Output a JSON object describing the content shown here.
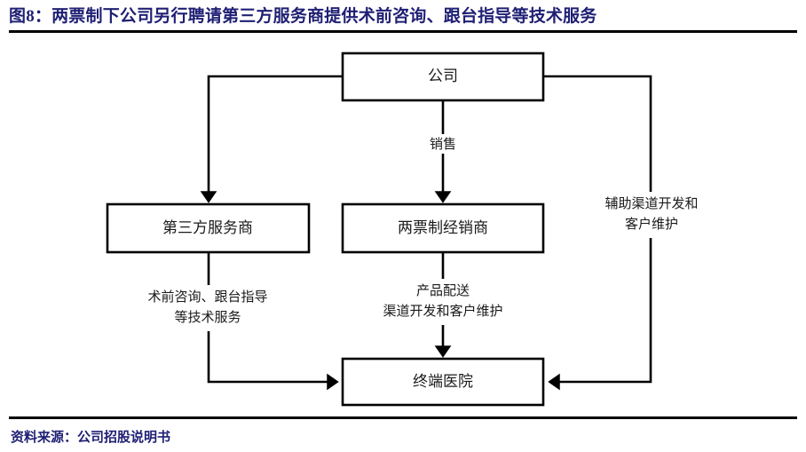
{
  "figure": {
    "title": "图8：两票制下公司另行聘请第三方服务商提供术前咨询、跟台指导等技术服务",
    "source": "资料来源：公司招股说明书",
    "title_color": "#1f1f74",
    "rule_color": "#000000",
    "box_stroke_color": "#000000",
    "box_fill_color": "#ffffff",
    "text_color": "#1a1a1a"
  },
  "diagram": {
    "type": "flowchart",
    "nodes": [
      {
        "id": "company",
        "label": "公司"
      },
      {
        "id": "third-party-service-provider",
        "label": "第三方服务商"
      },
      {
        "id": "two-invoice-distributor",
        "label": "两票制经销商"
      },
      {
        "id": "terminal-hospital",
        "label": "终端医院"
      }
    ],
    "edges": [
      {
        "id": "company-to-third-party",
        "from": "company",
        "to": "third-party-service-provider",
        "label": ""
      },
      {
        "id": "company-to-distributor",
        "from": "company",
        "to": "two-invoice-distributor",
        "label": "销售"
      },
      {
        "id": "company-to-hospital",
        "from": "company",
        "to": "terminal-hospital",
        "label_line1": "辅助渠道开发和",
        "label_line2": "客户维护"
      },
      {
        "id": "third-party-to-hospital",
        "from": "third-party-service-provider",
        "to": "terminal-hospital",
        "label_line1": "术前咨询、跟台指导",
        "label_line2": "等技术服务"
      },
      {
        "id": "distributor-to-hospital",
        "from": "two-invoice-distributor",
        "to": "terminal-hospital",
        "label_line1": "产品配送",
        "label_line2": "渠道开发和客户维护"
      }
    ]
  }
}
